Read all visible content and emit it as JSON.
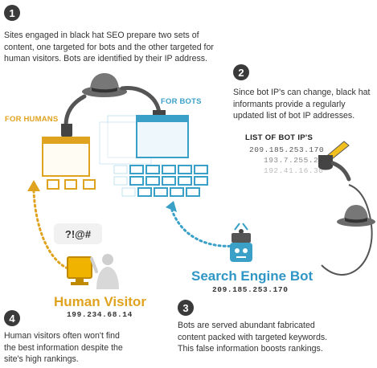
{
  "steps": [
    {
      "number": "1",
      "text_lines": [
        "Sites engaged in black hat SEO prepare two sets of",
        "content, one targeted for bots and the other targeted for",
        "human visitors. Bots are identified by their IP address."
      ]
    },
    {
      "number": "2",
      "text_lines": [
        "Since bot IP's can change, black hat",
        "informants provide a regularly",
        "updated list of bot IP addresses."
      ]
    },
    {
      "number": "3",
      "text_lines": [
        "Bots are served abundant fabricated",
        "content packed with targeted keywords.",
        "This false information boosts rankings."
      ]
    },
    {
      "number": "4",
      "text_lines": [
        "Human visitors often won't find",
        "the best information despite the",
        "site's high rankings."
      ]
    }
  ],
  "labels": {
    "for_humans": "FOR HUMANS",
    "for_bots": "FOR BOTS",
    "ip_list_title": "LIST OF BOT IP'S",
    "speech": "?!@#"
  },
  "ip_list": [
    "209.185.253.170",
    "193.7.255.21",
    "192.41.16.30"
  ],
  "bot": {
    "title": "Search Engine Bot",
    "ip": "209.185.253.170"
  },
  "human": {
    "title": "Human Visitor",
    "ip": "199.234.68.14"
  },
  "colors": {
    "orange": "#e0a31f",
    "blue": "#3aa0c8",
    "dark": "#3a3a3a"
  },
  "icons": [
    "black-hat-icon",
    "website-window-icon",
    "robot-icon",
    "monitor-icon",
    "person-icon",
    "pencil-icon",
    "hand-icon"
  ]
}
